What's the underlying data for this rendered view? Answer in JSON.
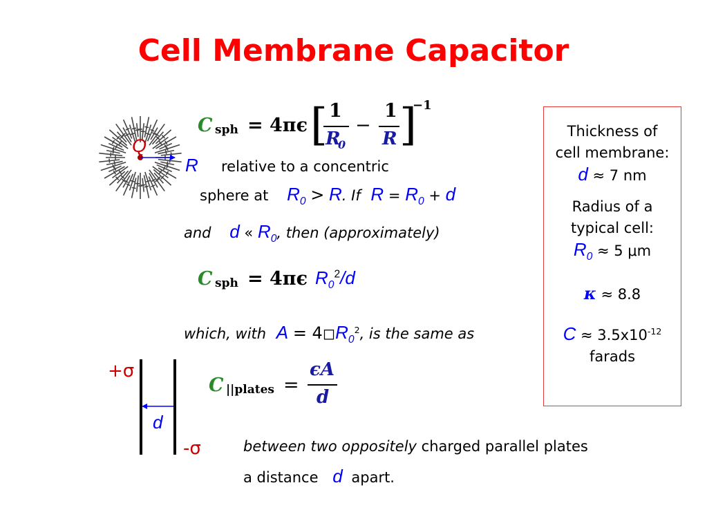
{
  "title": "Cell Membrane Capacitor",
  "sphere": {
    "charge_label": "Q",
    "radius_label": "R"
  },
  "eq1": {
    "lhs": "C",
    "lhs_sub": "sph",
    "equals": "= 4πϵ",
    "num": "1",
    "den1": "R",
    "den1_sub": "0",
    "minus": "−",
    "den2": "R",
    "exp": "−1"
  },
  "text1": {
    "relative": "relative to a concentric",
    "sphere_at": "sphere at",
    "r0": "R",
    "r0_sub": "0",
    "gt": ">",
    "r": "R",
    "period_if": ".   If",
    "r_again": "R",
    "eq": "=",
    "r0b": "R",
    "r0b_sub": "0",
    "plus": "+",
    "d": "d"
  },
  "text2": {
    "and": "and",
    "d": "d",
    "ll": "«",
    "r0": "R",
    "r0_sub": "0",
    "then": ",  then (approximately)"
  },
  "eq2": {
    "lhs": "C",
    "lhs_sub": "sph",
    "equals": "= 4πϵ",
    "r0": "R",
    "r0_sub": "0",
    "sq": "2",
    "slash_d": "/d"
  },
  "text3": {
    "which": "which, with",
    "a": "A",
    "eq4": "= 4",
    "box": "◻",
    "r0": "R",
    "r0_sub": "0",
    "sq": "2",
    "same": ",  is the same as"
  },
  "plates": {
    "plus_sigma": "+σ",
    "minus_sigma": "-σ",
    "d": "d"
  },
  "eq3": {
    "lhs": "C",
    "lhs_sub": "||plates",
    "equals": "=",
    "num": "ϵA",
    "den": "d"
  },
  "text4": {
    "between": "between two oppositely",
    "charged": " charged parallel plates",
    "distance": "a distance",
    "d": "d",
    "apart": "apart."
  },
  "infobox": {
    "thickness_line1": "Thickness of",
    "thickness_line2": "cell membrane:",
    "d": "d",
    "d_val": " ≈ 7 nm",
    "radius_line1": "Radius of a",
    "radius_line2": "typical cell:",
    "r0": "R",
    "r0_sub": "0",
    "r0_val": " ≈ 5 μm",
    "kappa": "κ",
    "kappa_val": " ≈ 8.8",
    "c": "C",
    "c_val": " ≈ 3.5x10",
    "c_exp": "-12",
    "farads": "farads"
  },
  "colors": {
    "title": "#ff0000",
    "variable": "#0000ff",
    "box_border": "#e23a3a",
    "csph": "#2a8a2a"
  }
}
